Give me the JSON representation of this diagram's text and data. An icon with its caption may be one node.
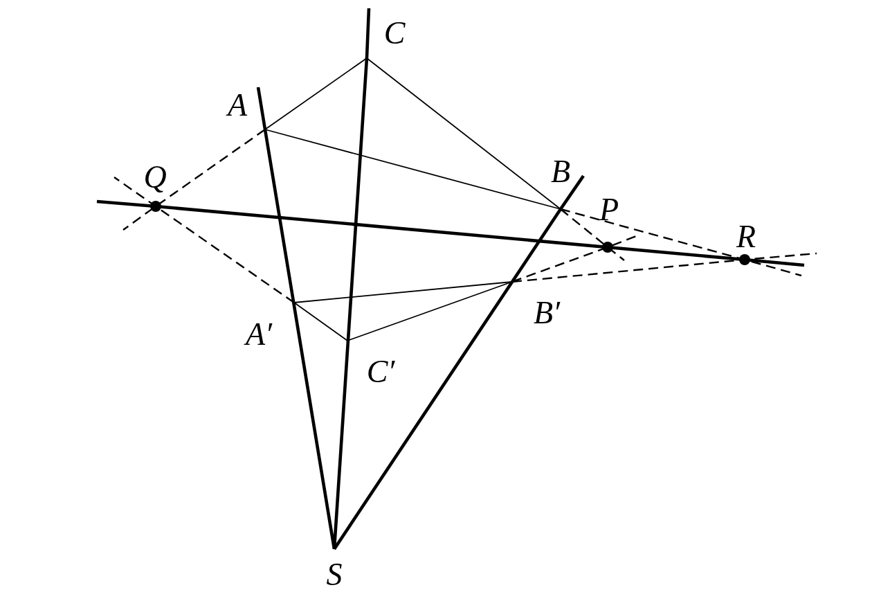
{
  "diagram": {
    "nodes": [
      {
        "text": [
          "C"
        ]
      },
      {
        "text": [
          "A"
        ]
      },
      {
        "text": [
          "Q"
        ]
      },
      {
        "text": [
          "B"
        ]
      },
      {
        "text": [
          "P"
        ]
      },
      {
        "text": [
          "R"
        ]
      },
      {
        "text": [
          "B′"
        ]
      },
      {
        "text": [
          "A′"
        ]
      },
      {
        "text": [
          "C′"
        ]
      },
      {
        "text": [
          "S"
        ]
      }
    ],
    "edges": [
      {
        "from": 1,
        "to": 0,
        "arrow": "none"
      },
      {
        "from": 0,
        "to": 3,
        "arrow": "none"
      },
      {
        "from": 1,
        "to": 3,
        "arrow": "none"
      },
      {
        "from": 7,
        "to": 8,
        "arrow": "none"
      },
      {
        "from": 8,
        "to": 6,
        "arrow": "none"
      },
      {
        "from": 7,
        "to": 6,
        "arrow": "none"
      },
      {
        "from": 9,
        "to": 1,
        "arrow": "none",
        "style": "thick"
      },
      {
        "from": 9,
        "to": 0,
        "arrow": "none",
        "style": "thick"
      },
      {
        "from": 9,
        "to": 3,
        "arrow": "none",
        "style": "thick"
      },
      {
        "from": 2,
        "to": 5,
        "arrow": "none",
        "style": "thick"
      },
      {
        "from": 1,
        "to": 2,
        "arrow": "none",
        "style": "dashed"
      },
      {
        "from": 7,
        "to": 2,
        "arrow": "none",
        "style": "dashed"
      },
      {
        "from": 3,
        "to": 4,
        "arrow": "none",
        "style": "dashed"
      },
      {
        "from": 6,
        "to": 4,
        "arrow": "none",
        "style": "dashed"
      },
      {
        "from": 3,
        "to": 5,
        "arrow": "none",
        "style": "dashed"
      },
      {
        "from": 6,
        "to": 5,
        "arrow": "none",
        "style": "dashed"
      }
    ]
  }
}
